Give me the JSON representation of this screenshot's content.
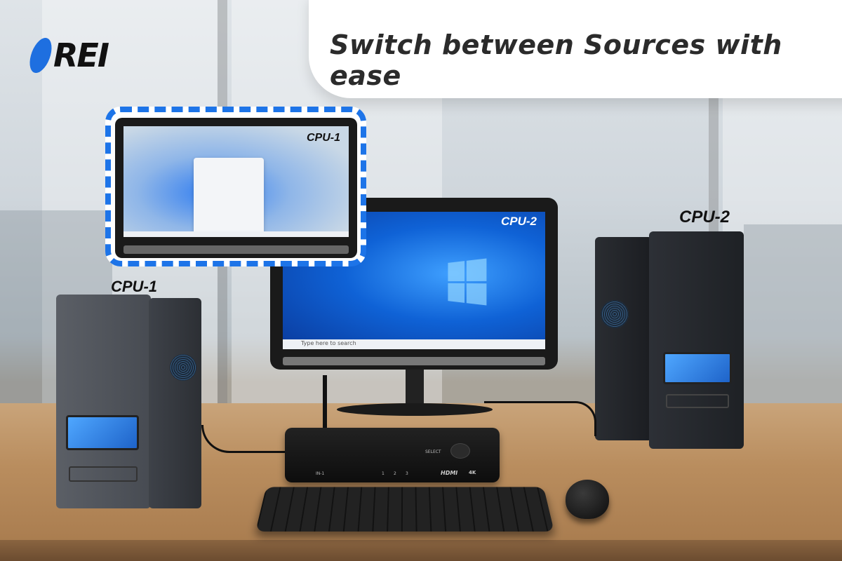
{
  "brand": {
    "logo_text": "REI",
    "logo_color": "#1e6fe0"
  },
  "headline": "Switch between Sources with ease",
  "monitors": [
    {
      "id": "monitor-1",
      "label": "CPU-1",
      "os": "Windows 11"
    },
    {
      "id": "monitor-2",
      "label": "CPU-2",
      "os": "Windows 10",
      "search_placeholder": "Type here to search"
    }
  ],
  "towers": [
    {
      "id": "tower-1",
      "label": "CPU-1"
    },
    {
      "id": "tower-2",
      "label": "CPU-2"
    }
  ],
  "kvm_switch": {
    "select_label": "SELECT",
    "input_label": "IN-1",
    "port_numbers": [
      "1",
      "2",
      "3"
    ],
    "hdmi_label": "HDMI",
    "resolution_badge": "4K"
  },
  "colors": {
    "accent_blue": "#1d74e8",
    "headline": "#2b2b2b"
  }
}
